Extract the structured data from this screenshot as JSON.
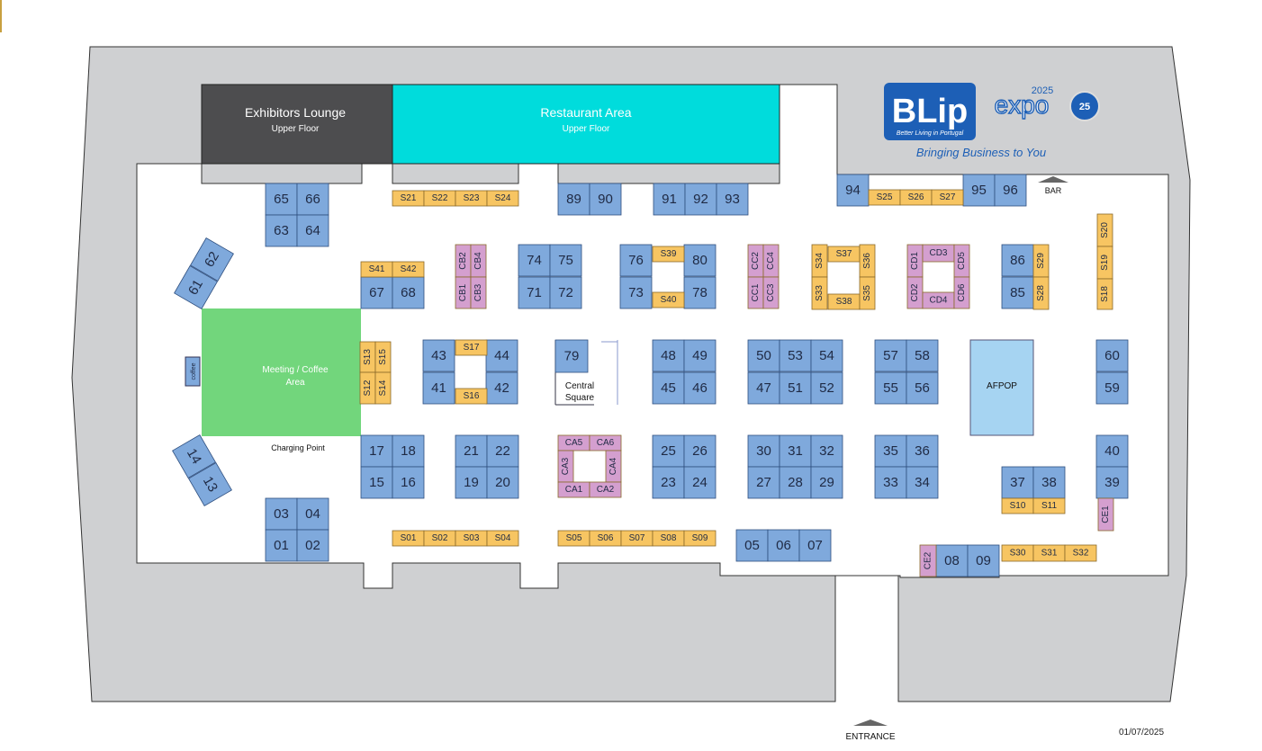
{
  "zones": {
    "exhibitors_lounge": {
      "title": "Exhibitors Lounge",
      "subtitle": "Upper Floor"
    },
    "restaurant_area": {
      "title": "Restaurant Area",
      "subtitle": "Upper Floor"
    },
    "meeting_area": {
      "line1": "Meeting / Coffee",
      "line2": "Area"
    },
    "central_square": {
      "line1": "Central",
      "line2": "Square"
    },
    "afpop": "AFPOP",
    "coffee": "coffee"
  },
  "labels": {
    "charging_point": "Charging Point",
    "bar": "BAR",
    "entrance": "ENTRANCE",
    "date": "01/07/2025"
  },
  "logo": {
    "brand": "BLip",
    "expo": "expo",
    "year": "2025",
    "tagline_logo": "Better Living in Portugal",
    "badge": "25",
    "slogan": "Bringing Business to You"
  },
  "colors": {
    "floor": "#cfd0d2",
    "booth_blue": "#7fa9dc",
    "stand_yellow": "#f7c562",
    "stand_pink": "#d49fcf",
    "restaurant": "#00dcdc",
    "lounge": "#4d4d4f",
    "meeting": "#72d67c",
    "afpop": "#a6d4f2"
  },
  "booths": [
    "65",
    "66",
    "63",
    "64",
    "89",
    "90",
    "91",
    "92",
    "93",
    "94",
    "95",
    "96",
    "61",
    "62",
    "67",
    "68",
    "74",
    "75",
    "71",
    "72",
    "76",
    "73",
    "80",
    "78",
    "86",
    "85",
    "43",
    "44",
    "41",
    "42",
    "79",
    "48",
    "49",
    "45",
    "46",
    "50",
    "53",
    "54",
    "47",
    "51",
    "52",
    "57",
    "58",
    "55",
    "56",
    "60",
    "59",
    "14",
    "13",
    "17",
    "18",
    "15",
    "16",
    "21",
    "22",
    "19",
    "20",
    "25",
    "26",
    "23",
    "24",
    "30",
    "31",
    "32",
    "27",
    "28",
    "29",
    "35",
    "36",
    "33",
    "34",
    "40",
    "39",
    "37",
    "38",
    "03",
    "04",
    "01",
    "02",
    "05",
    "06",
    "07",
    "08",
    "09"
  ],
  "stands": [
    "S21",
    "S22",
    "S23",
    "S24",
    "S25",
    "S26",
    "S27",
    "S41",
    "S42",
    "S39",
    "S40",
    "S37",
    "S38",
    "S34",
    "S33",
    "S36",
    "S35",
    "S29",
    "S28",
    "S20",
    "S19",
    "S18",
    "S13",
    "S15",
    "S12",
    "S14",
    "S17",
    "S16",
    "S01",
    "S02",
    "S03",
    "S04",
    "S05",
    "S06",
    "S07",
    "S08",
    "S09",
    "S10",
    "S11",
    "S30",
    "S31",
    "S32"
  ],
  "kiosks": [
    "CB2",
    "CB4",
    "CB1",
    "CB3",
    "CC2",
    "CC4",
    "CC1",
    "CC3",
    "CD1",
    "CD3",
    "CD5",
    "CD2",
    "CD4",
    "CD6",
    "CA5",
    "CA6",
    "CA3",
    "CA4",
    "CA1",
    "CA2",
    "CE1",
    "CE2"
  ]
}
